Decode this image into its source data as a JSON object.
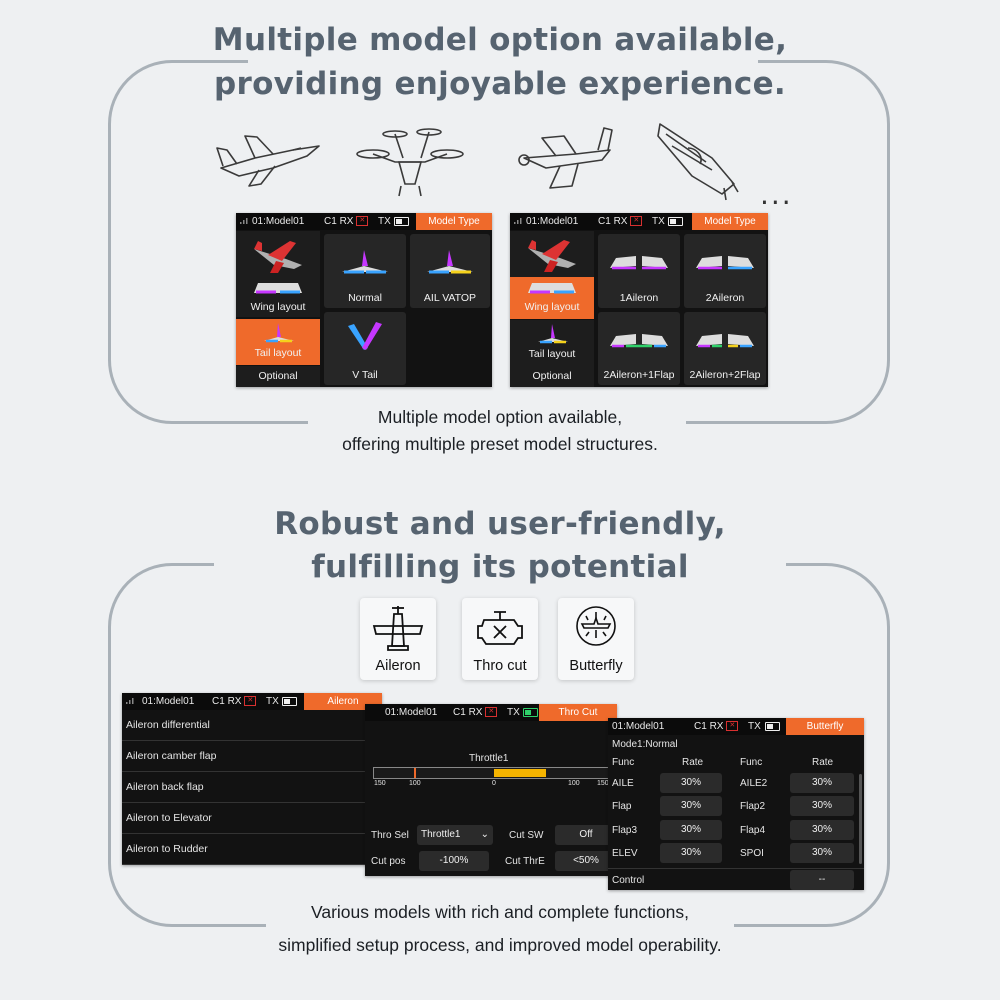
{
  "section1": {
    "headline_line1": "Multiple model option available,",
    "headline_line2": "providing enjoyable experience.",
    "more_indicator": "...",
    "caption_line1": "Multiple model option available,",
    "caption_line2": "offering multiple preset model structures."
  },
  "section2": {
    "headline_line1": "Robust and user-friendly,",
    "headline_line2": "fulfilling its potential",
    "caption_line1": "Various models with rich and complete functions,",
    "caption_line2": "simplified setup process, and improved model operability."
  },
  "model_icons": [
    "jet-icon",
    "drone-icon",
    "3d-plane-icon",
    "boat-icon"
  ],
  "status_bar": {
    "model": "01:Model01",
    "c1": "C1",
    "rx": "RX",
    "rx_flag": "✕",
    "tx": "TX"
  },
  "screen_tail": {
    "title": "Model Type",
    "side": {
      "wing": "Wing layout",
      "tail": "Tail layout",
      "optional": "Optional"
    },
    "tiles": [
      "Normal",
      "AIL VATOP",
      "V Tail"
    ]
  },
  "screen_wing": {
    "title": "Model Type",
    "side": {
      "wing": "Wing layout",
      "tail": "Tail layout",
      "optional": "Optional"
    },
    "tiles": [
      "1Aileron",
      "2Aileron",
      "2Aileron+1Flap",
      "2Aileron+2Flap"
    ]
  },
  "features": [
    {
      "label": "Aileron",
      "icon": "airplane-icon"
    },
    {
      "label": "Thro cut",
      "icon": "engine-cut-icon"
    },
    {
      "label": "Butterfly",
      "icon": "butterfly-icon"
    }
  ],
  "screen_aileron": {
    "title": "Aileron",
    "rows": [
      "Aileron differential",
      "Aileron camber flap",
      "Aileron back flap",
      "Aileron to Elevator",
      "Aileron to Rudder"
    ]
  },
  "screen_throcut": {
    "title": "Thro Cut",
    "bar_label": "Throttle1",
    "ticks": [
      "150",
      "100",
      "0",
      "100",
      "150"
    ],
    "thro_sel_label": "Thro Sel",
    "thro_sel_value": "Throttle1",
    "cut_sw_label": "Cut SW",
    "cut_sw_value": "Off",
    "cut_pos_label": "Cut pos",
    "cut_pos_value": "-100%",
    "cut_thre_label": "Cut ThrE",
    "cut_thre_value": "<50%"
  },
  "screen_butterfly": {
    "title": "Butterfly",
    "mode": "Mode1:Normal",
    "headers": [
      "Func",
      "Rate",
      "Func",
      "Rate"
    ],
    "rows": [
      {
        "f1": "AILE",
        "r1": "30%",
        "f2": "AILE2",
        "r2": "30%"
      },
      {
        "f1": "Flap",
        "r1": "30%",
        "f2": "Flap2",
        "r2": "30%"
      },
      {
        "f1": "Flap3",
        "r1": "30%",
        "f2": "Flap4",
        "r2": "30%"
      },
      {
        "f1": "ELEV",
        "r1": "30%",
        "f2": "SPOI",
        "r2": "30%"
      }
    ],
    "control_label": "Control",
    "control_value": "--"
  }
}
